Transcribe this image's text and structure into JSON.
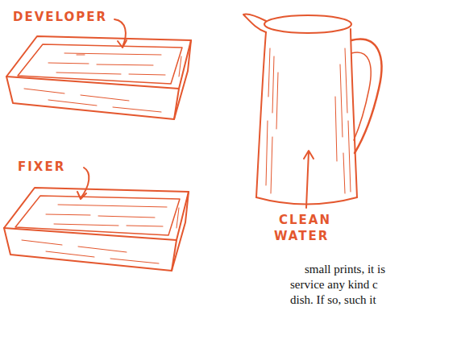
{
  "diagram": {
    "labels": [
      "DEVELOPER",
      "FIXER",
      "CLEAN",
      "WATER",
      "small prints, it is",
      "service any kind c",
      "dish. If so, such it"
    ]
  }
}
